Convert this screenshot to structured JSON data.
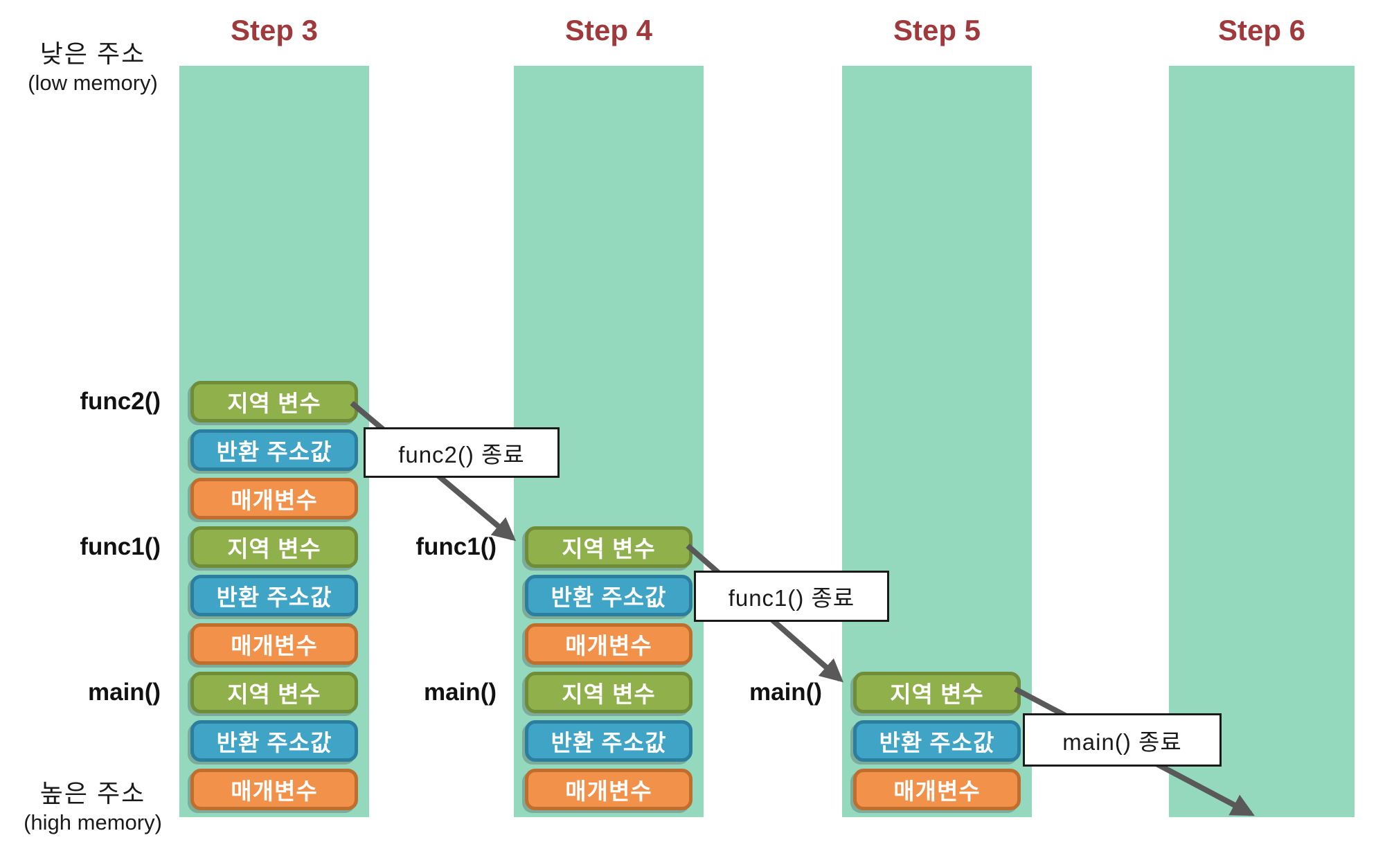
{
  "memory_axis": {
    "low_label_ko": "낮은 주소",
    "low_label_en": "(low memory)",
    "high_label_ko": "높은 주소",
    "high_label_en": "(high memory)"
  },
  "steps": [
    {
      "title": "Step 3",
      "frames": [
        {
          "name": "func2()",
          "blocks": [
            "지역 변수",
            "반환 주소값",
            "매개변수"
          ]
        },
        {
          "name": "func1()",
          "blocks": [
            "지역 변수",
            "반환 주소값",
            "매개변수"
          ]
        },
        {
          "name": "main()",
          "blocks": [
            "지역 변수",
            "반환 주소값",
            "매개변수"
          ]
        }
      ]
    },
    {
      "title": "Step 4",
      "frames": [
        {
          "name": "func1()",
          "blocks": [
            "지역 변수",
            "반환 주소값",
            "매개변수"
          ]
        },
        {
          "name": "main()",
          "blocks": [
            "지역 변수",
            "반환 주소값",
            "매개변수"
          ]
        }
      ]
    },
    {
      "title": "Step 5",
      "frames": [
        {
          "name": "main()",
          "blocks": [
            "지역 변수",
            "반환 주소값",
            "매개변수"
          ]
        }
      ]
    },
    {
      "title": "Step 6",
      "frames": []
    }
  ],
  "transitions": [
    {
      "label": "func2() 종료"
    },
    {
      "label": "func1() 종료"
    },
    {
      "label": "main() 종료"
    }
  ],
  "colors": {
    "column_fill": "#94d9be",
    "local_variable_fill": "#8fb04a",
    "local_variable_border": "#6f8c38",
    "return_address_fill": "#3fa4c6",
    "return_address_border": "#2c7e9f",
    "parameter_fill": "#f1914a",
    "parameter_border": "#bf6e2d",
    "step_title_color": "#a0393c",
    "arrow_color": "#595959"
  }
}
